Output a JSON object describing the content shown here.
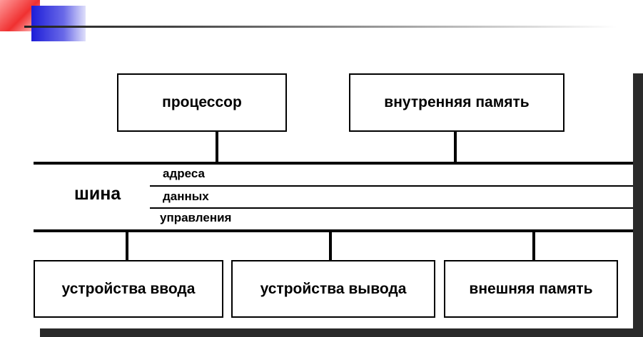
{
  "diagram": {
    "components_top": {
      "processor": "процессор",
      "internal_memory": "внутренняя память"
    },
    "bus": {
      "label": "шина",
      "lines": [
        "адреса",
        "данных",
        "управления"
      ]
    },
    "components_bottom": {
      "input_devices": "устройства ввода",
      "output_devices": "устройства вывода",
      "external_memory": "внешняя память"
    }
  },
  "colors": {
    "decor_red": "#f03030",
    "decor_blue": "#1d1dd8",
    "shadow": "#2a2a2a"
  }
}
